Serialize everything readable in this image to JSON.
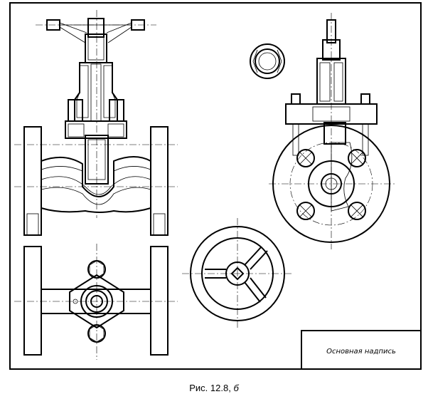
{
  "title_block": {
    "label": "Основная надпись"
  },
  "caption": {
    "prefix": "Рис. 12.8, ",
    "suffix": "б"
  }
}
